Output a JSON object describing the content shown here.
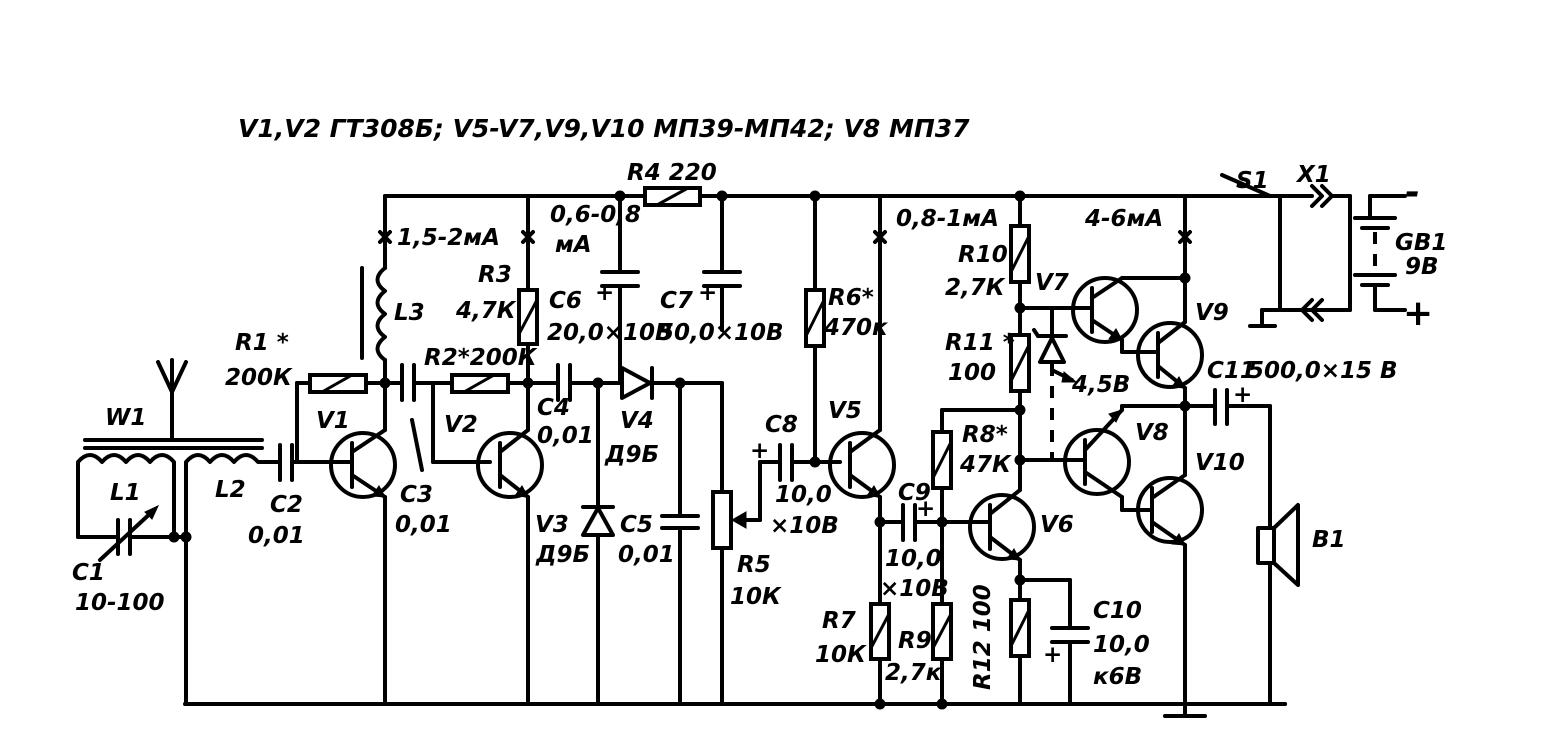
{
  "header": {
    "transistor_note": "V1,V2 ГТ308Б; V5-V7,V9,V10 МП39-МП42; V8 МП37"
  },
  "labels": {
    "W1": "W1",
    "L1": "L1",
    "L2": "L2",
    "L3": "L3",
    "C1": "C1",
    "C1_val": "10-100",
    "C2": "C2",
    "C2_val": "0,01",
    "C3": "C3",
    "C3_val": "0,01",
    "C4": "C4",
    "C4_val": "0,01",
    "C5": "C5",
    "C5_val": "0,01",
    "C6": "C6",
    "C6_val": "20,0×10В",
    "C7": "C7",
    "C7_val": "50,0×10В",
    "C8": "C8",
    "C8_val1": "10,0",
    "C8_val2": "×10В",
    "C9": "C9",
    "C9_val1": "10,0",
    "C9_val2": "×10В",
    "C10": "C10",
    "C10_val1": "10,0",
    "C10_val2": "к6В",
    "C11": "C11",
    "C11_val": "500,0×15 В",
    "R1": "R1 *",
    "R1_val": "200К",
    "R2": "R2*200К",
    "R3": "R3",
    "R3_val": "4,7К",
    "R4": "R4 220",
    "R5": "R5",
    "R5_val": "10К",
    "R6": "R6*",
    "R6_val": "470к",
    "R7": "R7",
    "R7_val": "10К",
    "R8": "R8*",
    "R8_val": "47К",
    "R9": "R9",
    "R9_val": "2,7к",
    "R10": "R10",
    "R10_val": "2,7К",
    "R11": "R11 *",
    "R11_val": "100",
    "R12": "R12 100",
    "V1": "V1",
    "V2": "V2",
    "V3": "V3",
    "V3_type": "Д9Б",
    "V4": "V4",
    "V4_type": "Д9Б",
    "V5": "V5",
    "V6": "V6",
    "V7": "V7",
    "V8": "V8",
    "V9": "V9",
    "V10": "V10",
    "B1": "B1",
    "S1": "S1",
    "X1": "X1",
    "GB1": "GB1",
    "GB1_val": "9В",
    "I1": "1,5-2мА",
    "I2_a": "0,6-0,8",
    "I2_b": "мА",
    "I3": "0,8-1мА",
    "I4": "4-6мА",
    "VZ": "4,5В",
    "minus": "-",
    "plus": "+"
  }
}
